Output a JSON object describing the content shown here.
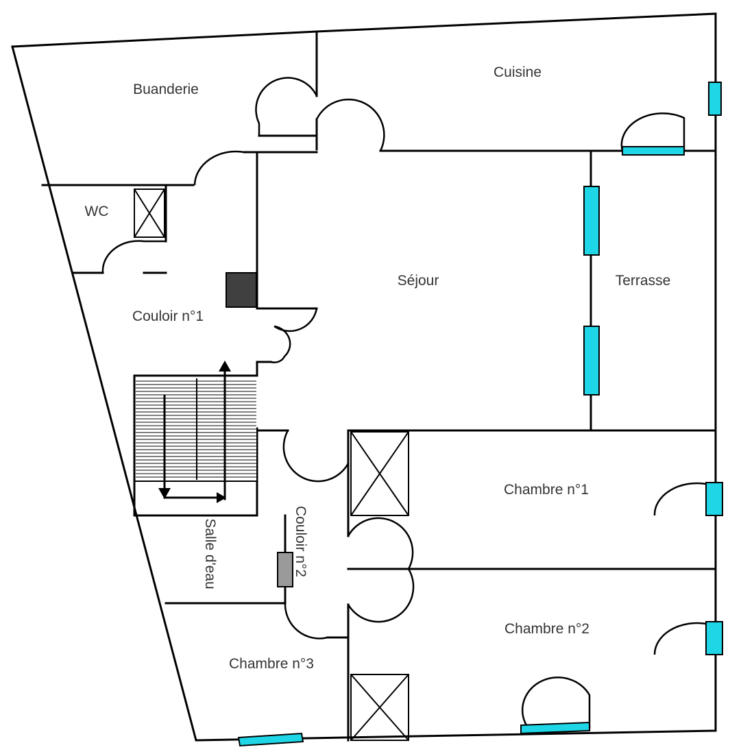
{
  "plan": {
    "rooms": {
      "buanderie": "Buanderie",
      "cuisine": "Cuisine",
      "wc": "WC",
      "sejour": "Séjour",
      "terrasse": "Terrasse",
      "couloir1": "Couloir n°1",
      "couloir2": "Couloir n°2",
      "salle_eau": "Salle d'eau",
      "chambre1": "Chambre n°1",
      "chambre2": "Chambre n°2",
      "chambre3": "Chambre n°3"
    },
    "colors": {
      "window": "#1fd6e6",
      "wall": "#000000",
      "pillar": "#404040",
      "radiator": "#9a9a9a",
      "text": "#333333"
    }
  }
}
